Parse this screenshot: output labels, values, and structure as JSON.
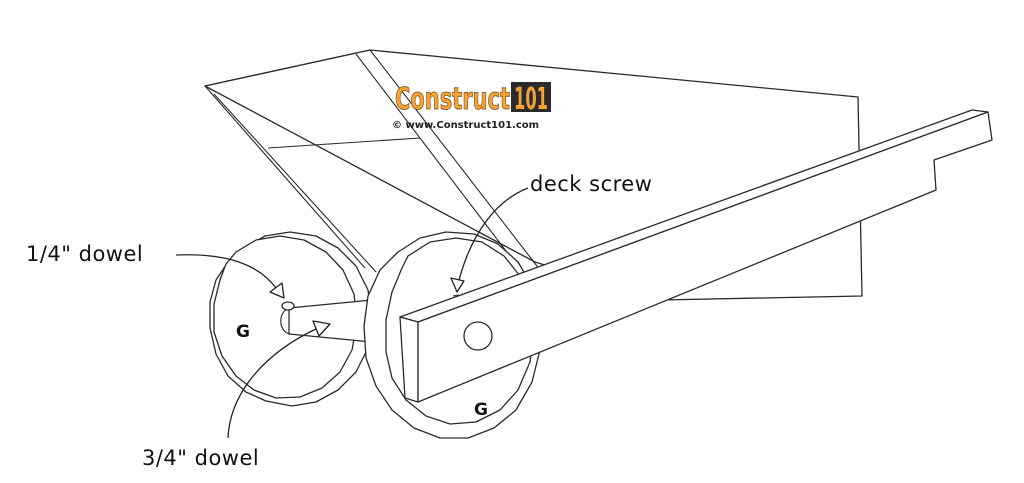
{
  "logo": {
    "word": "Construct",
    "number": "101",
    "url": "© www.Construct101.com",
    "colors": {
      "orange": "#f5a339",
      "dark": "#2b2b2b",
      "white": "#ffffff"
    }
  },
  "labels": {
    "deck_screw": "deck screw",
    "dowel_quarter": "1/4\" dowel",
    "dowel_three_quarter": "3/4\" dowel",
    "wheel_left": "G",
    "wheel_right": "G"
  },
  "colors": {
    "line": "#2a2a2a",
    "background": "#ffffff"
  }
}
